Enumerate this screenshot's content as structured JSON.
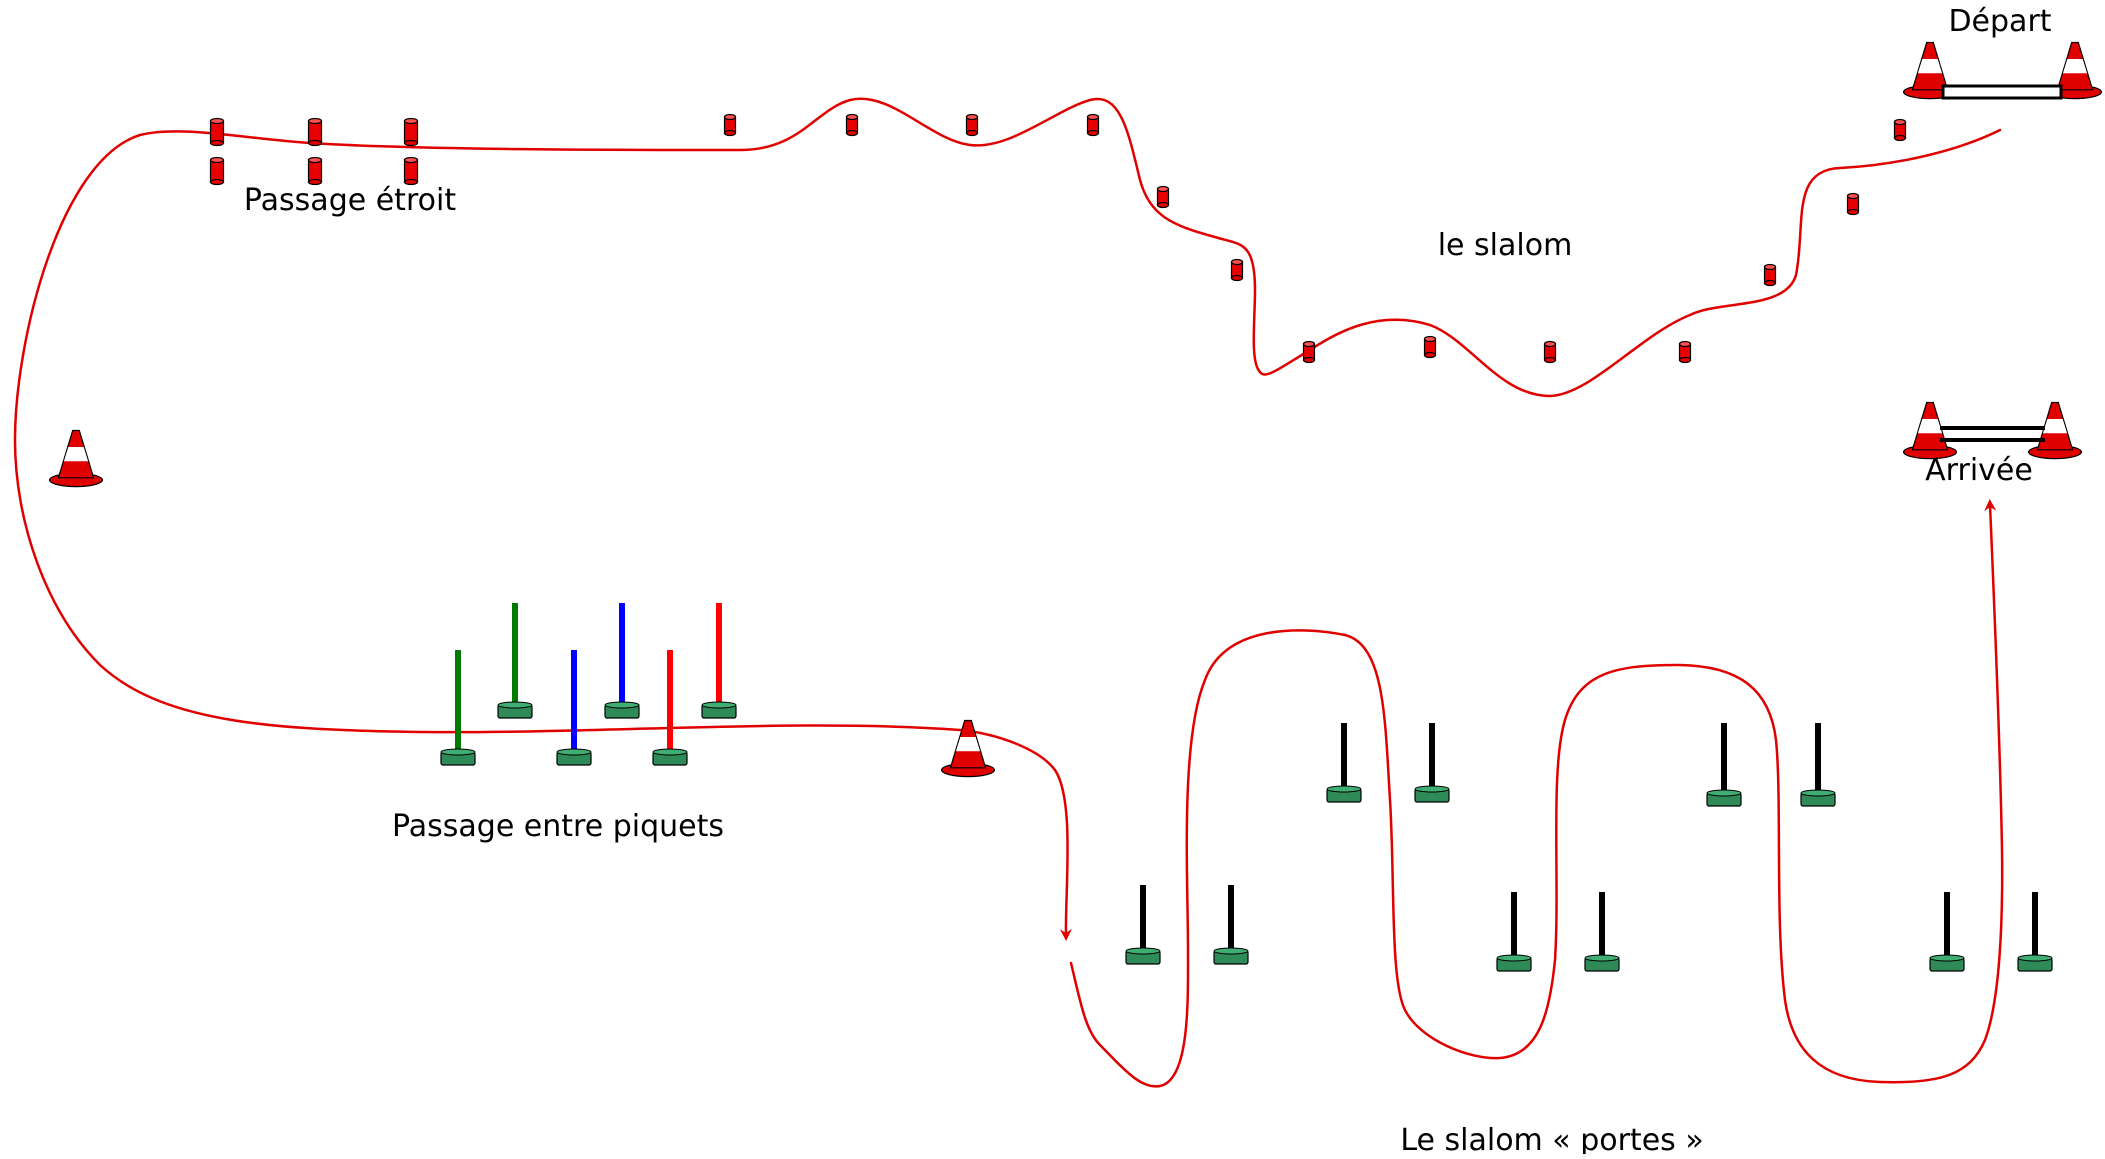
{
  "labels": {
    "depart": "Départ",
    "arrivee": "Arrivée",
    "slalom": "le slalom",
    "passage_etroit": "Passage étroit",
    "passage_piquets": "Passage entre piquets",
    "slalom_portes": "Le slalom « portes »"
  },
  "colors": {
    "path": "#e00000",
    "cylinder": "#e80000",
    "cone_red": "#e00000",
    "cone_white": "#ffffff",
    "base": "#2e8b57",
    "pole_black": "#000000",
    "pole_green": "#007a00",
    "pole_blue": "#0000ff",
    "pole_red": "#ff0000"
  },
  "icons": {
    "cone": "traffic-cone-icon",
    "cylinder": "plot-cylinder-icon",
    "pole": "pole-on-base-icon"
  }
}
